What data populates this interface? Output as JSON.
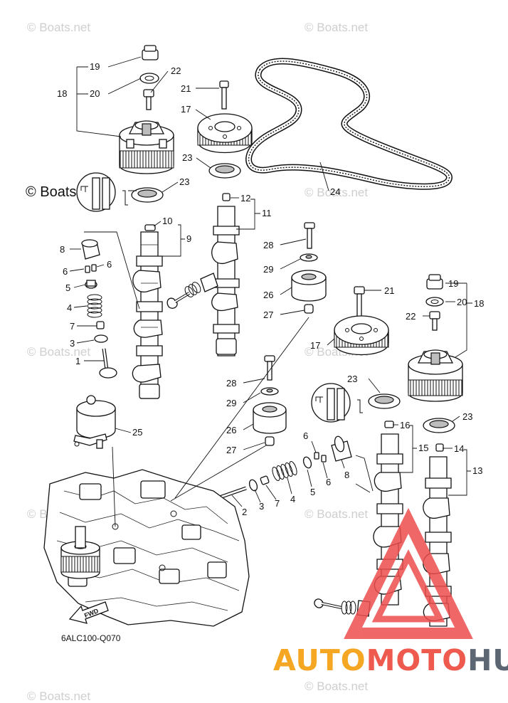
{
  "diagram_code": "6ALC100-Q070",
  "watermark_text": "© Boats.net",
  "fwd_label": "FWD",
  "brand": {
    "part_a": "AUTO",
    "part_b": "MOTO",
    "part_c": "HUB",
    "color_a": "#f5a623",
    "color_b": "#ef5a4e",
    "color_c": "#5d6673",
    "triangle_color": "#ee4d4d"
  },
  "callouts": {
    "c19a": "19",
    "c20a": "20",
    "c18a": "18",
    "c22a": "22",
    "c21a": "21",
    "c17a": "17",
    "c23a": "23",
    "c23b": "23",
    "c24": "24",
    "c12": "12",
    "c11": "11",
    "c10": "10",
    "c9": "9",
    "c8a": "8",
    "c6a": "6",
    "c6b": "6",
    "c5a": "5",
    "c4a": "4",
    "c7a": "7",
    "c3a": "3",
    "c1": "1",
    "c28a": "28",
    "c29a": "29",
    "c26a": "26",
    "c27a": "27",
    "c19b": "19",
    "c20b": "20",
    "c18b": "18",
    "c22b": "22",
    "c21b": "21",
    "c17b": "17",
    "c23c": "23",
    "c23d": "23",
    "c16": "16",
    "c15": "15",
    "c14": "14",
    "c13": "13",
    "c28b": "28",
    "c29b": "29",
    "c26b": "26",
    "c27b": "27",
    "c25": "25",
    "c6c": "6",
    "c6d": "6",
    "c5b": "5",
    "c8b": "8",
    "c4b": "4",
    "c7b": "7",
    "c3b": "3",
    "c2": "2"
  }
}
